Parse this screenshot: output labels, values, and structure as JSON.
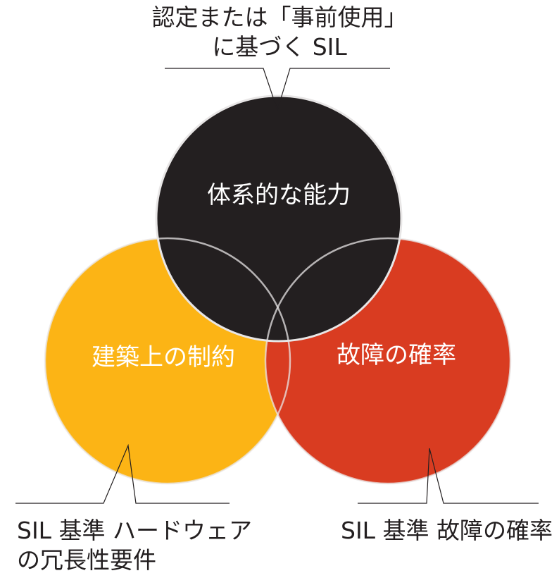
{
  "diagram": {
    "circles": [
      {
        "id": "top",
        "label": "体系的な能力",
        "color": "#231f20"
      },
      {
        "id": "left",
        "label": "建築上の制約",
        "color": "#fcb415"
      },
      {
        "id": "right",
        "label": "故障の確率",
        "color": "#d93c21"
      }
    ],
    "outline_color": "#e8e6e6",
    "callouts": {
      "top": {
        "line1": "認定または「事前使用」",
        "line2": "に基づく SIL"
      },
      "left": {
        "line1": "SIL 基準 ハードウェア",
        "line2": "の冗長性要件"
      },
      "right": {
        "line1": "SIL 基準 故障の確率"
      }
    }
  }
}
